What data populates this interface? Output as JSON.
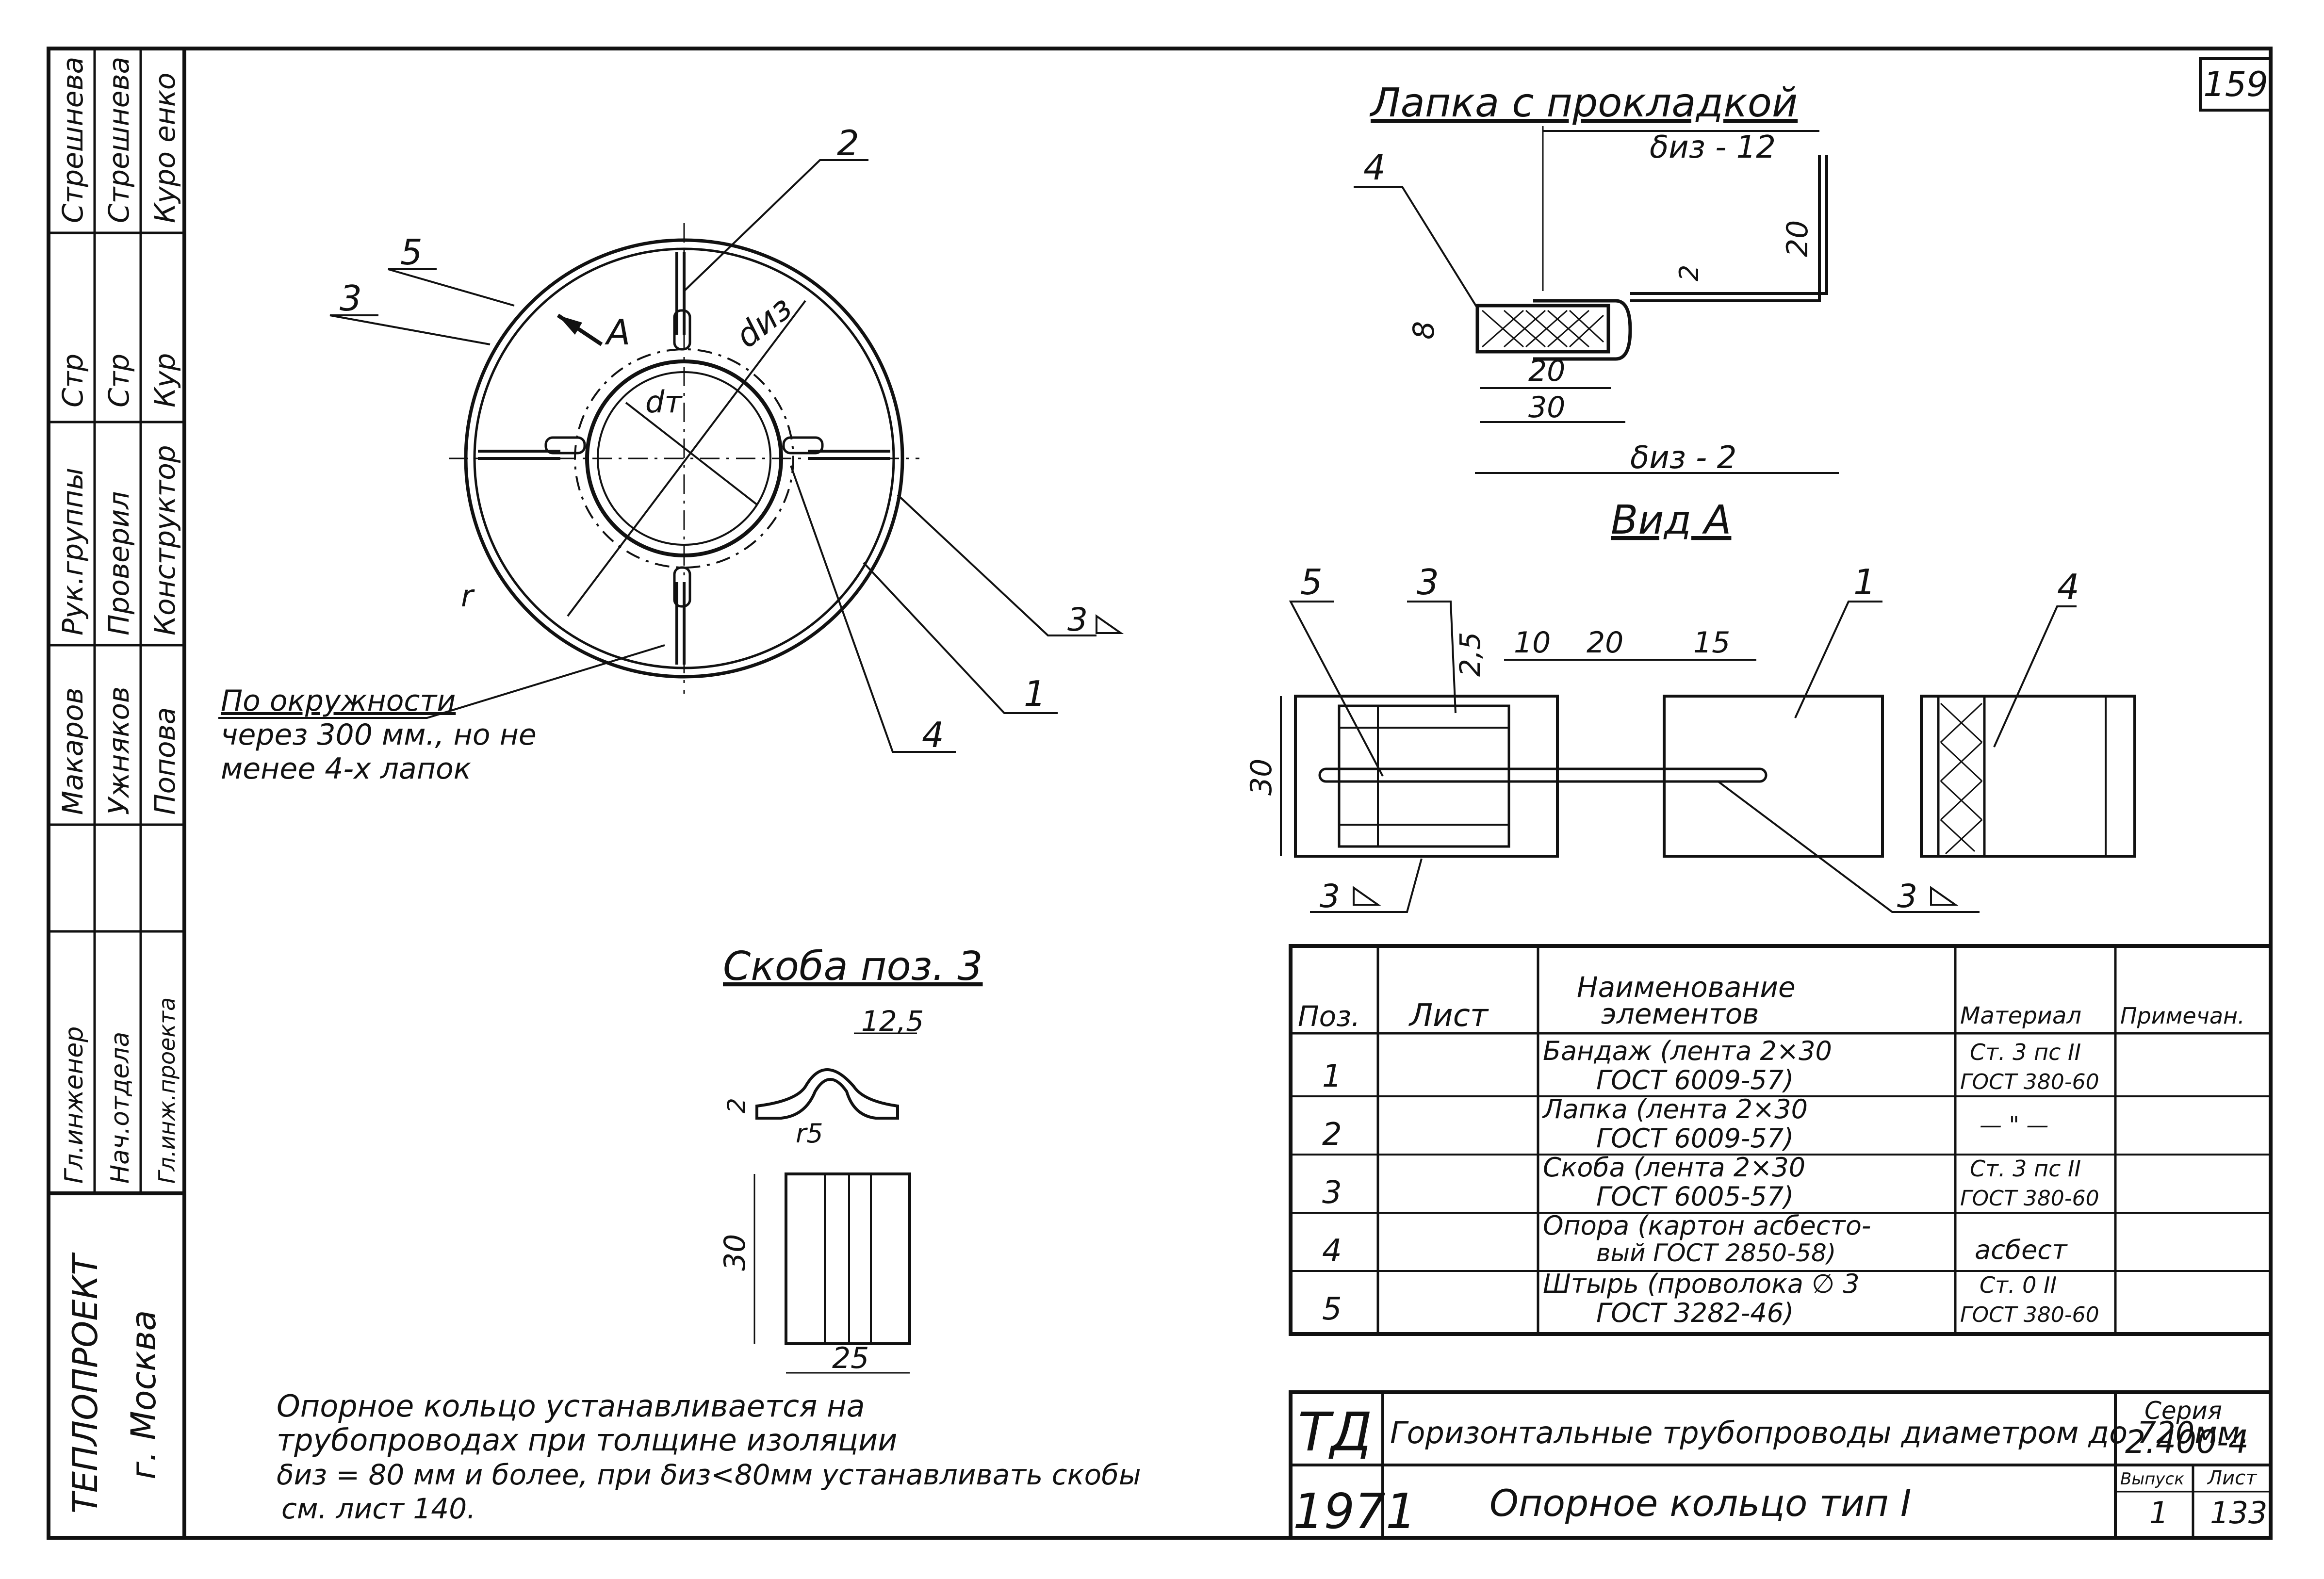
{
  "sheet_number": "159",
  "stamp": {
    "roles_row1": [
      "Рук.группы",
      "Гл.инженер",
      "Нач.отдела"
    ],
    "roles_row2": [
      "Проверил",
      "Нач.отдела",
      "Гл.инж.проекта"
    ],
    "role_col1": [
      "Рук.группы",
      "Проверил",
      "Конструктор"
    ],
    "name_col1": [
      "Стрешнева",
      "Стрешнева",
      "Куро енко"
    ],
    "role_col2": [
      "Макаров",
      "Ужняков",
      "Попова"
    ],
    "role_col3": [
      "Гл.инженер",
      "Нач.отдела",
      "Гл.инж.проекта"
    ],
    "org": "ТЕПЛОПРОЕКТ",
    "city": "г. Москва"
  },
  "ring_view": {
    "labels": [
      "1",
      "2",
      "3",
      "4",
      "5",
      "3"
    ],
    "view_marker": "А",
    "d_iz": "dиз",
    "d_t": "dт",
    "radius_mark": "r",
    "note": [
      "По окружности",
      "через 300 мм., но не",
      "менее 4-х лапок"
    ]
  },
  "lapka": {
    "title": "Лапка с прокладкой",
    "pos": "4",
    "dims": [
      "δиз - 12",
      "20",
      "2",
      "8",
      "20",
      "30",
      "δиз - 2"
    ]
  },
  "vid_a": {
    "title": "Вид А",
    "labels": [
      "5",
      "3",
      "1",
      "4",
      "3",
      "3"
    ],
    "dims": [
      "2,5",
      "10",
      "20",
      "15",
      "30"
    ]
  },
  "skoba": {
    "title": "Скоба поз. 3",
    "dims": [
      "12,5",
      "2",
      "r5",
      "30",
      "25"
    ]
  },
  "bom": {
    "headers": [
      "Поз.",
      "Лист",
      "Наименование элементов",
      "Материал",
      "Примечан."
    ],
    "rows": [
      {
        "pos": "1",
        "sheet": "",
        "name": [
          "Бандаж (лента 2×30",
          "ГОСТ 6009-57)"
        ],
        "material": [
          "Ст. 3 пс II",
          "ГОСТ 380-60"
        ],
        "note": ""
      },
      {
        "pos": "2",
        "sheet": "",
        "name": [
          "Лапка (лента 2×30",
          "ГОСТ 6009-57)"
        ],
        "material": [
          "— \" —",
          ""
        ],
        "note": ""
      },
      {
        "pos": "3",
        "sheet": "",
        "name": [
          "Скоба (лента 2×30",
          "ГОСТ 6005-57)"
        ],
        "material": [
          "Ст. 3 пс II",
          "ГОСТ 380-60"
        ],
        "note": ""
      },
      {
        "pos": "4",
        "sheet": "",
        "name": [
          "Опора (картон асбесто-",
          "вый ГОСТ 2850-58)"
        ],
        "material": [
          "асбест",
          ""
        ],
        "note": ""
      },
      {
        "pos": "5",
        "sheet": "",
        "name": [
          "Штырь (проволока ∅ 3",
          "ГОСТ 3282-46)"
        ],
        "material": [
          "Ст. 0 II",
          "ГОСТ 380-60"
        ],
        "note": ""
      }
    ]
  },
  "note_text": [
    "Опорное кольцо устанавливается на",
    "трубопроводах при толщине изоляции",
    "δиз = 80 мм и более, при δиз<80мм устанавливать скобы",
    "см. лист 140."
  ],
  "title_block": {
    "td": "ТД",
    "year": "1971",
    "line1": "Горизонтальные трубопроводы диаметром до 720мм.",
    "line2": "Опорное кольцо тип I",
    "series_label": "Серия",
    "series": "2.400-4",
    "vypusk_label": "Выпуск",
    "vypusk": "1",
    "list_label": "Лист",
    "list": "133"
  }
}
